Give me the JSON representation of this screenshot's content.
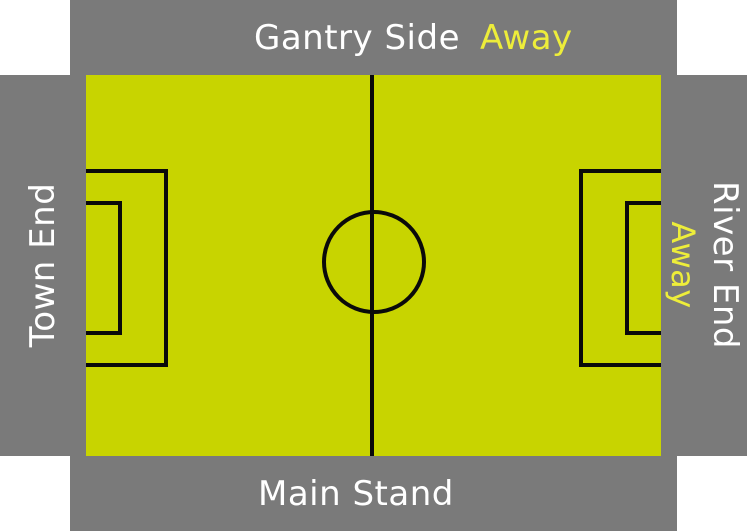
{
  "stands": {
    "top": {
      "name": "Gantry Side",
      "tag": "Away"
    },
    "bottom": {
      "name": "Main Stand"
    },
    "left": {
      "name": "Town End"
    },
    "right": {
      "name": "River End",
      "tag": "Away"
    }
  },
  "colors": {
    "pitch": "#c8d400",
    "stand": "#7a7a7a",
    "lines": "#0a0a0a",
    "label_text": "#ffffff",
    "away_text": "#eded3a"
  }
}
